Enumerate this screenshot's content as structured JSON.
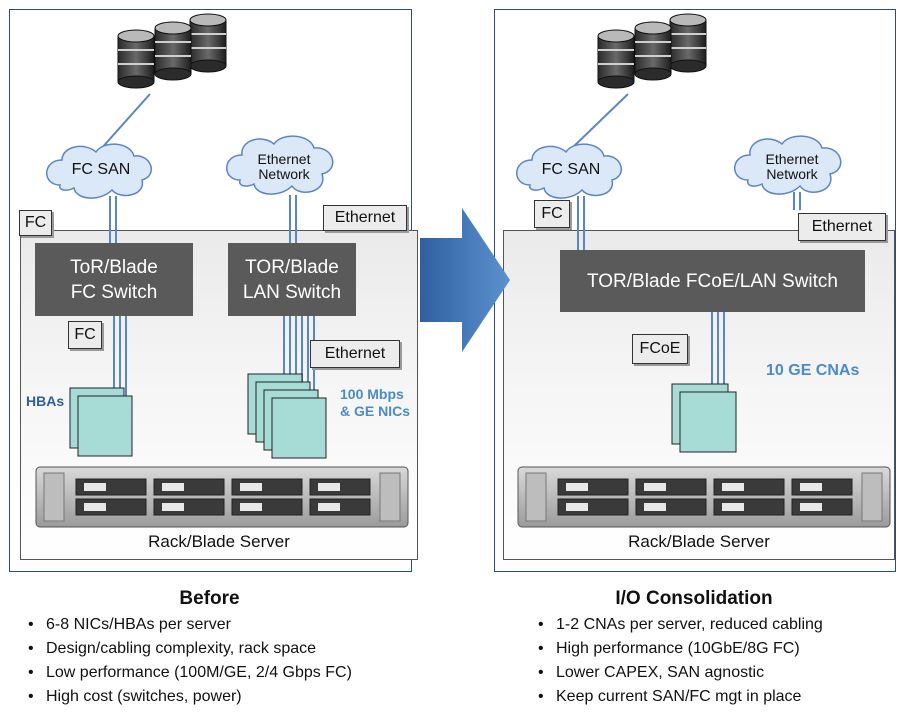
{
  "before": {
    "cloud_fc": "FC SAN",
    "cloud_eth": [
      "Ethernet",
      "Network"
    ],
    "tag_fc_top": "FC",
    "tag_eth_top": "Ethernet",
    "switch_fc": [
      "ToR/Blade",
      "FC Switch"
    ],
    "switch_lan": [
      "TOR/Blade",
      "LAN Switch"
    ],
    "tag_fc_mid": "FC",
    "tag_eth_mid": "Ethernet",
    "hbas_label": "HBAs",
    "nics_label": [
      "100 Mbps",
      "& GE NICs"
    ],
    "server_caption": "Rack/Blade Server",
    "heading": "Before",
    "bullets": [
      "6-8 NICs/HBAs per server",
      "Design/cabling complexity, rack space",
      "Low performance (100M/GE, 2/4 Gbps FC)",
      "High cost (switches, power)"
    ]
  },
  "after": {
    "cloud_fc": "FC SAN",
    "cloud_eth": [
      "Ethernet",
      "Network"
    ],
    "tag_fc_top": "FC",
    "tag_eth_top": "Ethernet",
    "switch": "TOR/Blade FCoE/LAN Switch",
    "tag_fcoe": "FCoE",
    "cna_label": "10 GE CNAs",
    "server_caption": "Rack/Blade Server",
    "heading": "I/O Consolidation",
    "bullets": [
      "1-2 CNAs per server, reduced cabling",
      "High performance (10GbE/8G FC)",
      "Lower CAPEX, SAN agnostic",
      "Keep current SAN/FC mgt in place"
    ]
  },
  "colors": {
    "cable": "#5b86c5",
    "card": "#a7dcd6",
    "arrow": "#3c6fb0",
    "cloud": "#dbe8f7"
  }
}
